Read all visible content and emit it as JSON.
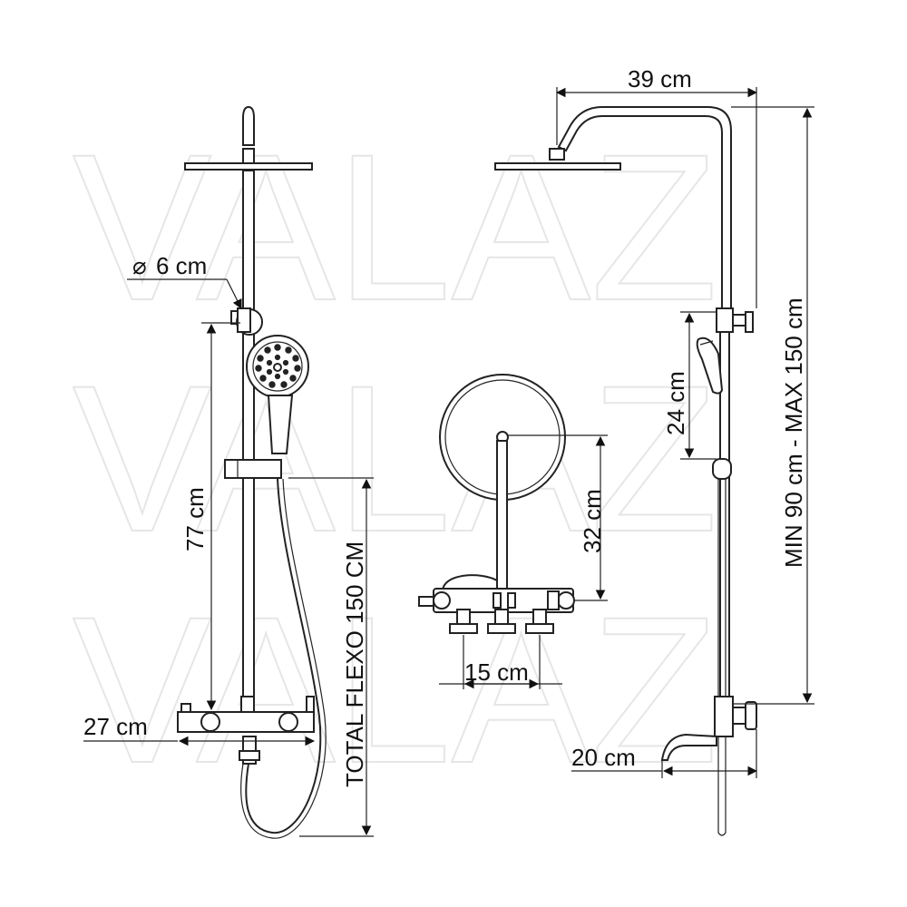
{
  "watermark": {
    "text": "VALAZ"
  },
  "dimensions": {
    "diameter_symbol": "⌀",
    "diameter": "6 cm",
    "arm_length": "39 cm",
    "slide_height": "77 cm",
    "hose_length": "TOTAL FLEXO 150 CM",
    "mixer_width": "27 cm",
    "shower_head_drop": "32 cm",
    "inlet_spacing": "15 cm",
    "handshower_length": "24 cm",
    "total_height": "MIN 90 cm - MAX 150 cm",
    "spout_length": "20 cm"
  }
}
